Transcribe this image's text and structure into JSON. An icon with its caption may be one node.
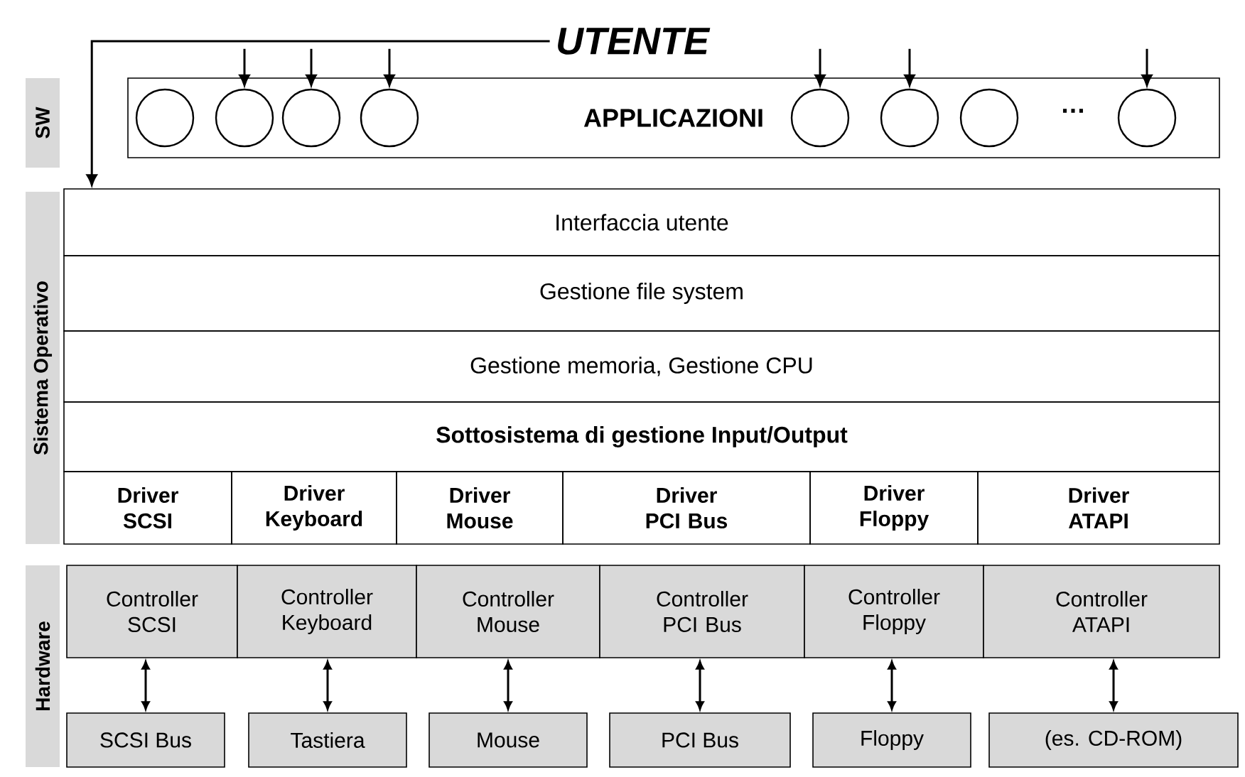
{
  "diagram": {
    "nodes": [
      {
        "text": [
          "UTENTE"
        ]
      },
      {
        "text": [
          "SW"
        ]
      },
      {
        "text": [
          "APPLICAZIONI"
        ]
      },
      {
        "text": [],
        "shape": "circle",
        "in": 2
      },
      {
        "text": [],
        "shape": "circle",
        "in": 2
      },
      {
        "text": [],
        "shape": "circle",
        "in": 2
      },
      {
        "text": [],
        "shape": "circle",
        "in": 2
      },
      {
        "text": [],
        "shape": "circle",
        "in": 2
      },
      {
        "text": [],
        "shape": "circle",
        "in": 2
      },
      {
        "text": [],
        "shape": "circle",
        "in": 2
      },
      {
        "text": [],
        "shape": "circle",
        "in": 2
      },
      {
        "text": [
          "Sistema Operativo"
        ]
      },
      {
        "text": [
          "Interfaccia utente"
        ]
      },
      {
        "text": [
          "Gestione file system"
        ]
      },
      {
        "text": [
          "Gestione memoria, Gestione CPU"
        ]
      },
      {
        "text": [
          "Sottosistema di gestione Input/Output"
        ]
      },
      {
        "text": [
          "Driver SCSI"
        ]
      },
      {
        "text": [
          "Driver Keyboard"
        ]
      },
      {
        "text": [
          "Driver Mouse"
        ]
      },
      {
        "text": [
          "Driver PCI Bus"
        ]
      },
      {
        "text": [
          "Driver Floppy"
        ]
      },
      {
        "text": [
          "Driver ATAPI"
        ]
      },
      {
        "text": [
          "Hardware"
        ]
      },
      {
        "text": [
          "Controller SCSI"
        ]
      },
      {
        "text": [
          "Controller Keyboard"
        ]
      },
      {
        "text": [
          "Controller Mouse"
        ]
      },
      {
        "text": [
          "Controller PCI Bus"
        ]
      },
      {
        "text": [
          "Controller Floppy"
        ]
      },
      {
        "text": [
          "Controller ATAPI"
        ]
      },
      {
        "text": [
          "SCSI Bus"
        ]
      },
      {
        "text": [
          "Tastiera"
        ]
      },
      {
        "text": [
          "Mouse"
        ]
      },
      {
        "text": [
          "PCI Bus"
        ]
      },
      {
        "text": [
          "Floppy"
        ]
      },
      {
        "text": [
          "(es. CD-ROM)"
        ]
      }
    ],
    "edges": [
      {
        "from": 0,
        "to": 12,
        "arrow": "to"
      },
      {
        "from": null,
        "to": 4,
        "arrow": "to"
      },
      {
        "from": null,
        "to": 5,
        "arrow": "to"
      },
      {
        "from": null,
        "to": 6,
        "arrow": "to"
      },
      {
        "from": null,
        "to": 7,
        "arrow": "to"
      },
      {
        "from": null,
        "to": 8,
        "arrow": "to"
      },
      {
        "from": null,
        "to": 10,
        "arrow": "to"
      },
      {
        "from": 23,
        "to": 29,
        "arrow": "both"
      },
      {
        "from": 24,
        "to": 30,
        "arrow": "both"
      },
      {
        "from": 25,
        "to": 31,
        "arrow": "both"
      },
      {
        "from": 26,
        "to": 32,
        "arrow": "both"
      },
      {
        "from": 27,
        "to": 33,
        "arrow": "both"
      },
      {
        "from": 28,
        "to": 34,
        "arrow": "both"
      }
    ],
    "labels": [
      "…"
    ]
  }
}
